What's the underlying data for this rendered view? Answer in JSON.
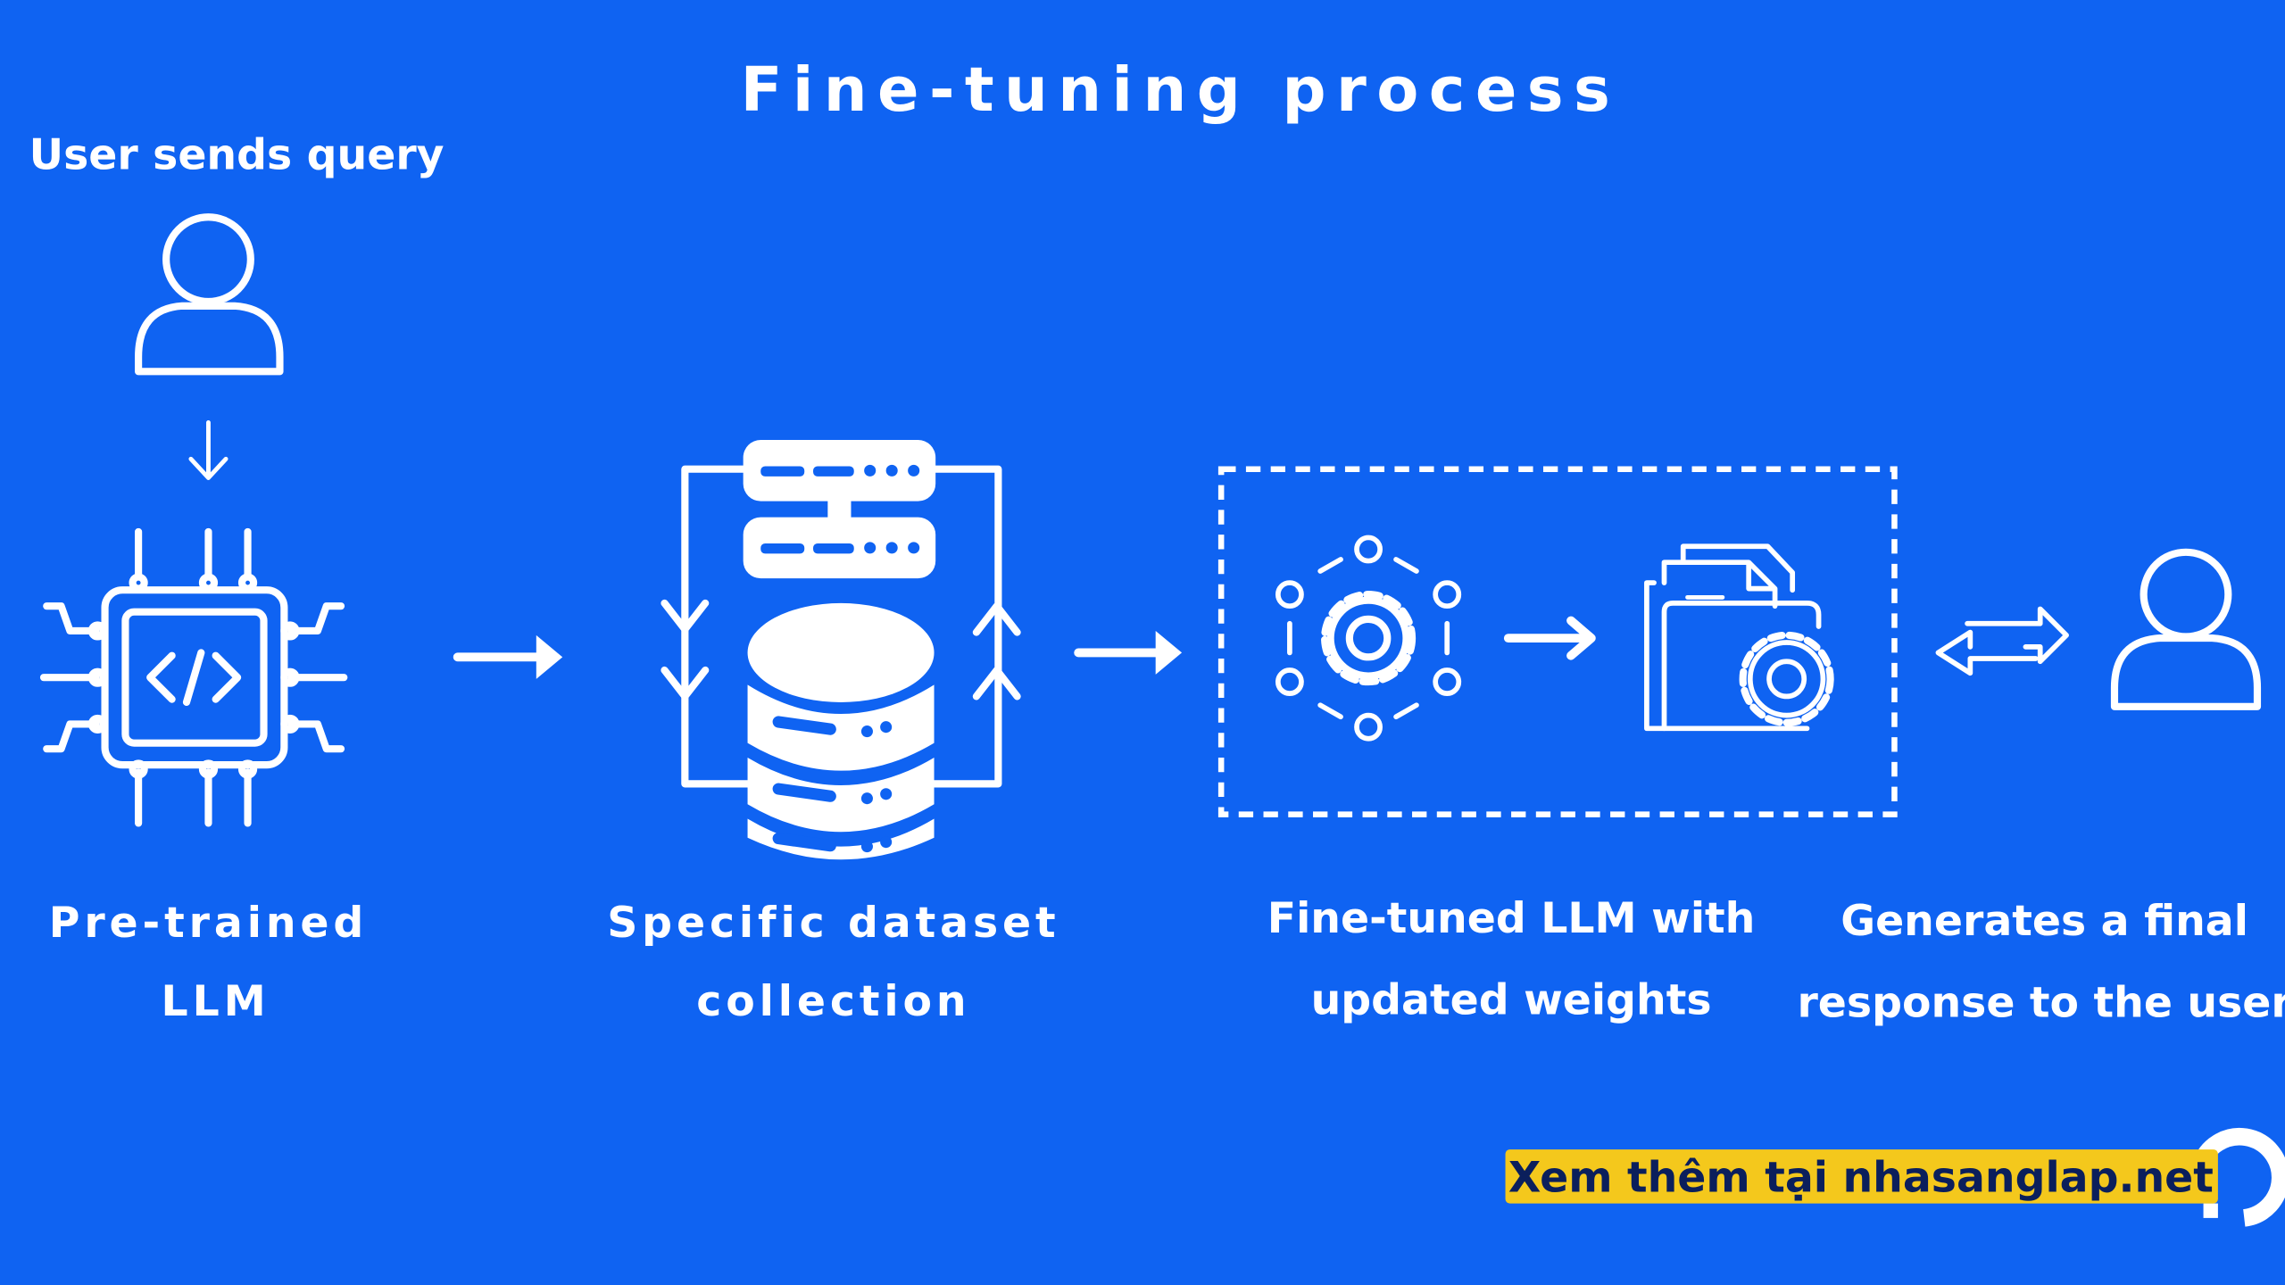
{
  "title": "Fine-tuning process",
  "user_query_label": "User sends query",
  "steps": [
    {
      "line1": "Pre-trained",
      "line2": "LLM"
    },
    {
      "line1": "Specific dataset",
      "line2": "collection"
    },
    {
      "line1": "Fine-tuned LLM with",
      "line2": "updated weights"
    },
    {
      "line1": "Generates a final",
      "line2": "response to the user"
    }
  ],
  "watermark": "Xem thêm tại nhasanglap.net",
  "colors": {
    "background": "#0f63f2",
    "foreground": "#ffffff",
    "watermark_bg": "#f4c81c",
    "watermark_text": "#0b1f5c"
  },
  "icons": [
    "user-icon",
    "arrow-down-icon",
    "chip-code-icon",
    "arrow-right-icon",
    "dataset-database-icon",
    "gear-network-icon",
    "folder-gear-icon",
    "bidirectional-arrows-icon",
    "logo-icon"
  ]
}
